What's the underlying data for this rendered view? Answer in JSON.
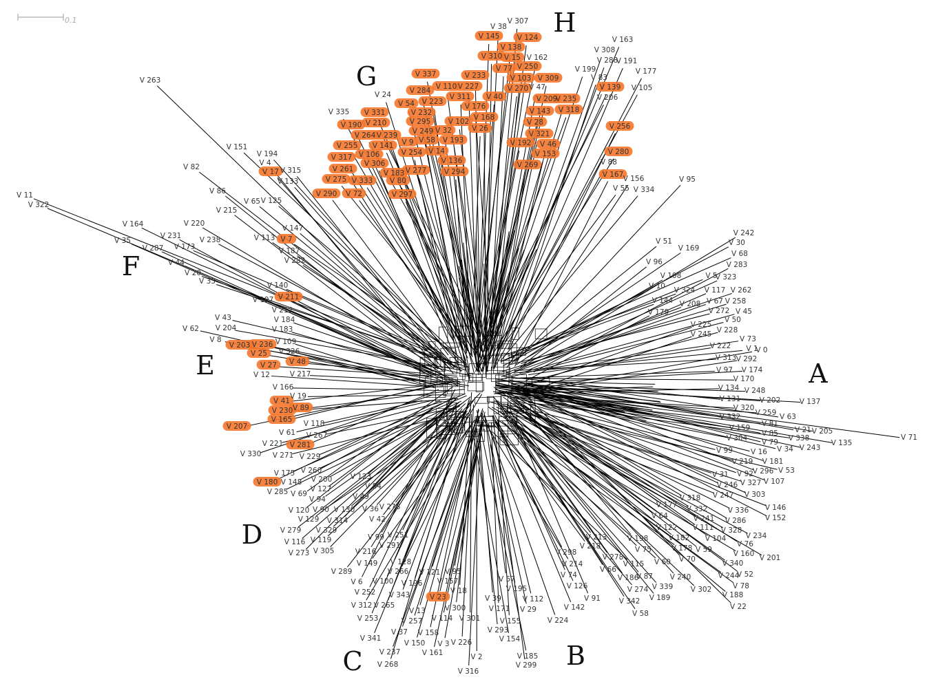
{
  "scale_bar": {
    "label": "0.1"
  },
  "colors": {
    "highlight": "#f5762a",
    "edge": "#000000",
    "label": "#333333"
  },
  "groups": [
    {
      "text": "A"
    },
    {
      "text": "B"
    },
    {
      "text": "C"
    },
    {
      "text": "D"
    },
    {
      "text": "E"
    },
    {
      "text": "F"
    },
    {
      "text": "G"
    },
    {
      "text": "H"
    }
  ],
  "taxa": [
    {
      "text": "V 263"
    },
    {
      "text": "V 11"
    },
    {
      "text": "V 322"
    },
    {
      "text": "V 151"
    },
    {
      "text": "V 194"
    },
    {
      "text": "V 4"
    },
    {
      "text": "V 17",
      "hl": true
    },
    {
      "text": "V 315"
    },
    {
      "text": "V 133"
    },
    {
      "text": "V 82"
    },
    {
      "text": "V 86"
    },
    {
      "text": "V 65"
    },
    {
      "text": "V 125"
    },
    {
      "text": "V 215"
    },
    {
      "text": "V 164"
    },
    {
      "text": "V 220"
    },
    {
      "text": "V 231"
    },
    {
      "text": "V 35"
    },
    {
      "text": "V 287"
    },
    {
      "text": "V 173"
    },
    {
      "text": "V 238"
    },
    {
      "text": "V 113"
    },
    {
      "text": "V 147"
    },
    {
      "text": "V 7",
      "hl": true
    },
    {
      "text": "V 187"
    },
    {
      "text": "V 282"
    },
    {
      "text": "V 44"
    },
    {
      "text": "V 20"
    },
    {
      "text": "V 33"
    },
    {
      "text": "V 335"
    },
    {
      "text": "V 140"
    },
    {
      "text": "V 197"
    },
    {
      "text": "V 211",
      "hl": true
    },
    {
      "text": "V 212"
    },
    {
      "text": "V 43"
    },
    {
      "text": "V 204"
    },
    {
      "text": "V 184"
    },
    {
      "text": "V 183"
    },
    {
      "text": "V 62"
    },
    {
      "text": "V 8"
    },
    {
      "text": "V 203",
      "hl": true
    },
    {
      "text": "V 236",
      "hl": true
    },
    {
      "text": "V 109"
    },
    {
      "text": "V 25",
      "hl": true
    },
    {
      "text": "V 326"
    },
    {
      "text": "V 27",
      "hl": true
    },
    {
      "text": "V 48",
      "hl": true
    },
    {
      "text": "V 12"
    },
    {
      "text": "V 217"
    },
    {
      "text": "V 166"
    },
    {
      "text": "V 19"
    },
    {
      "text": "V 41",
      "hl": true
    },
    {
      "text": "V 230",
      "hl": true
    },
    {
      "text": "V 89",
      "hl": true
    },
    {
      "text": "V 165",
      "hl": true
    },
    {
      "text": "V 118"
    },
    {
      "text": "V 207",
      "hl": true
    },
    {
      "text": "V 61"
    },
    {
      "text": "V 267"
    },
    {
      "text": "V 221"
    },
    {
      "text": "V 281",
      "hl": true
    },
    {
      "text": "V 330"
    },
    {
      "text": "V 271"
    },
    {
      "text": "V 229"
    },
    {
      "text": "V 260"
    },
    {
      "text": "V 175"
    },
    {
      "text": "V 200"
    },
    {
      "text": "V 123"
    },
    {
      "text": "V 180",
      "hl": true
    },
    {
      "text": "V 148"
    },
    {
      "text": "V 127"
    },
    {
      "text": "V 84"
    },
    {
      "text": "V 285"
    },
    {
      "text": "V 69"
    },
    {
      "text": "V 49"
    },
    {
      "text": "V 94"
    },
    {
      "text": "V 120"
    },
    {
      "text": "V 90"
    },
    {
      "text": "V 130"
    },
    {
      "text": "V 36"
    },
    {
      "text": "V 276"
    },
    {
      "text": "V 129"
    },
    {
      "text": "V 314"
    },
    {
      "text": "V 42"
    },
    {
      "text": "V 279"
    },
    {
      "text": "V 329"
    },
    {
      "text": "V 116"
    },
    {
      "text": "V 119"
    },
    {
      "text": "V 99"
    },
    {
      "text": "V 251"
    },
    {
      "text": "V 273"
    },
    {
      "text": "V 305"
    },
    {
      "text": "V 291"
    },
    {
      "text": "V 216"
    },
    {
      "text": "V 149"
    },
    {
      "text": "V 128"
    },
    {
      "text": "V 289"
    },
    {
      "text": "V 266"
    },
    {
      "text": "V 121"
    },
    {
      "text": "V 95"
    },
    {
      "text": "V 6"
    },
    {
      "text": "V 100"
    },
    {
      "text": "V 196"
    },
    {
      "text": "V 157"
    },
    {
      "text": "V 252"
    },
    {
      "text": "V 343"
    },
    {
      "text": "V 18"
    },
    {
      "text": "V 23",
      "hl": true
    },
    {
      "text": "V 312"
    },
    {
      "text": "V 265"
    },
    {
      "text": "V 300"
    },
    {
      "text": "V 13"
    },
    {
      "text": "V 253"
    },
    {
      "text": "V 257"
    },
    {
      "text": "V 114"
    },
    {
      "text": "V 301"
    },
    {
      "text": "V 37"
    },
    {
      "text": "V 158"
    },
    {
      "text": "V 341"
    },
    {
      "text": "V 150"
    },
    {
      "text": "V 3"
    },
    {
      "text": "V 226"
    },
    {
      "text": "V 237"
    },
    {
      "text": "V 161"
    },
    {
      "text": "V 268"
    },
    {
      "text": "V 316"
    },
    {
      "text": "V 2"
    },
    {
      "text": "V 185"
    },
    {
      "text": "V 299"
    },
    {
      "text": "V 154"
    },
    {
      "text": "V 293"
    },
    {
      "text": "V 155"
    },
    {
      "text": "V 171"
    },
    {
      "text": "V 29"
    },
    {
      "text": "V 39"
    },
    {
      "text": "V 112"
    },
    {
      "text": "V 57"
    },
    {
      "text": "V 195"
    },
    {
      "text": "V 224"
    },
    {
      "text": "V 142"
    },
    {
      "text": "V 91"
    },
    {
      "text": "V 126"
    },
    {
      "text": "V 74"
    },
    {
      "text": "V 214"
    },
    {
      "text": "V 298"
    },
    {
      "text": "V 213"
    },
    {
      "text": "V 218"
    },
    {
      "text": "V 278"
    },
    {
      "text": "V 66"
    },
    {
      "text": "V 198"
    },
    {
      "text": "V 115"
    },
    {
      "text": "V 75"
    },
    {
      "text": "V 186"
    },
    {
      "text": "V 87"
    },
    {
      "text": "V 274"
    },
    {
      "text": "V 342"
    },
    {
      "text": "V 58"
    },
    {
      "text": "V 60"
    },
    {
      "text": "V 339"
    },
    {
      "text": "V 189"
    },
    {
      "text": "V 70"
    },
    {
      "text": "V 240"
    },
    {
      "text": "V 302"
    },
    {
      "text": "V 178"
    },
    {
      "text": "V 59"
    },
    {
      "text": "V 182"
    },
    {
      "text": "V 122"
    },
    {
      "text": "V 64"
    },
    {
      "text": "V 177"
    },
    {
      "text": "V 104"
    },
    {
      "text": "V 111"
    },
    {
      "text": "V 241"
    },
    {
      "text": "V 332"
    },
    {
      "text": "V 318"
    },
    {
      "text": "V 328"
    },
    {
      "text": "V 286"
    },
    {
      "text": "V 336"
    },
    {
      "text": "V 76"
    },
    {
      "text": "V 160"
    },
    {
      "text": "V 340"
    },
    {
      "text": "V 244"
    },
    {
      "text": "V 52"
    },
    {
      "text": "V 78"
    },
    {
      "text": "V 188"
    },
    {
      "text": "V 22"
    },
    {
      "text": "V 234"
    },
    {
      "text": "V 201"
    },
    {
      "text": "V 146"
    },
    {
      "text": "V 152"
    },
    {
      "text": "V 303"
    },
    {
      "text": "V 247"
    },
    {
      "text": "V 246"
    },
    {
      "text": "V 327"
    },
    {
      "text": "V 107"
    },
    {
      "text": "V 31"
    },
    {
      "text": "V 92"
    },
    {
      "text": "V 296"
    },
    {
      "text": "V 53"
    },
    {
      "text": "V 181"
    },
    {
      "text": "V 219"
    },
    {
      "text": "V 99"
    },
    {
      "text": "V 16"
    },
    {
      "text": "V 304"
    },
    {
      "text": "V 79"
    },
    {
      "text": "V 34"
    },
    {
      "text": "V 243"
    },
    {
      "text": "V 85"
    },
    {
      "text": "V 338"
    },
    {
      "text": "V 159"
    },
    {
      "text": "V 81"
    },
    {
      "text": "V 21"
    },
    {
      "text": "V 205"
    },
    {
      "text": "V 135"
    },
    {
      "text": "V 71"
    },
    {
      "text": "V 63"
    },
    {
      "text": "V 332"
    },
    {
      "text": "V 259"
    },
    {
      "text": "V 320"
    },
    {
      "text": "V 131"
    },
    {
      "text": "V 202"
    },
    {
      "text": "V 137"
    },
    {
      "text": "V 134"
    },
    {
      "text": "V 248"
    },
    {
      "text": "V 170"
    },
    {
      "text": "V 97"
    },
    {
      "text": "V 174"
    },
    {
      "text": "V 313"
    },
    {
      "text": "V 292"
    },
    {
      "text": "V 1"
    },
    {
      "text": "V 0"
    },
    {
      "text": "V 222"
    },
    {
      "text": "V 73"
    },
    {
      "text": "V 245"
    },
    {
      "text": "V 228"
    },
    {
      "text": "V 225"
    },
    {
      "text": "V 50"
    },
    {
      "text": "V 272"
    },
    {
      "text": "V 45"
    },
    {
      "text": "V 67"
    },
    {
      "text": "V 258"
    },
    {
      "text": "V 117"
    },
    {
      "text": "V 262"
    },
    {
      "text": "V 208"
    },
    {
      "text": "V 179"
    },
    {
      "text": "V 144"
    },
    {
      "text": "V 10"
    },
    {
      "text": "V 324"
    },
    {
      "text": "V 108"
    },
    {
      "text": "V 5"
    },
    {
      "text": "V 323"
    },
    {
      "text": "V 96"
    },
    {
      "text": "V 283"
    },
    {
      "text": "V 68"
    },
    {
      "text": "V 30"
    },
    {
      "text": "V 242"
    },
    {
      "text": "V 51"
    },
    {
      "text": "V 169"
    },
    {
      "text": "V 95"
    },
    {
      "text": "V 55"
    },
    {
      "text": "V 334"
    },
    {
      "text": "V 156"
    },
    {
      "text": "V 167",
      "hl": true
    },
    {
      "text": "V 88"
    },
    {
      "text": "V 280",
      "hl": true
    },
    {
      "text": "V 256",
      "hl": true
    },
    {
      "text": "V 206"
    },
    {
      "text": "V 139",
      "hl": true
    },
    {
      "text": "V 105"
    },
    {
      "text": "V 83"
    },
    {
      "text": "V 199"
    },
    {
      "text": "V 177"
    },
    {
      "text": "V 288"
    },
    {
      "text": "V 191"
    },
    {
      "text": "V 308"
    },
    {
      "text": "V 163"
    },
    {
      "text": "V 318",
      "hl": true
    },
    {
      "text": "V 235",
      "hl": true
    },
    {
      "text": "V 309",
      "hl": true
    },
    {
      "text": "V 209",
      "hl": true
    },
    {
      "text": "V 143",
      "hl": true
    },
    {
      "text": "V 28",
      "hl": true
    },
    {
      "text": "V 321",
      "hl": true
    },
    {
      "text": "V 46",
      "hl": true
    },
    {
      "text": "V 153",
      "hl": true
    },
    {
      "text": "V 192",
      "hl": true
    },
    {
      "text": "V 269",
      "hl": true
    },
    {
      "text": "V 47"
    },
    {
      "text": "V 270",
      "hl": true
    },
    {
      "text": "V 103",
      "hl": true
    },
    {
      "text": "V 250",
      "hl": true
    },
    {
      "text": "V 162"
    },
    {
      "text": "V 77",
      "hl": true
    },
    {
      "text": "V 15",
      "hl": true
    },
    {
      "text": "V 310",
      "hl": true
    },
    {
      "text": "V 138",
      "hl": true
    },
    {
      "text": "V 124",
      "hl": true
    },
    {
      "text": "V 145",
      "hl": true
    },
    {
      "text": "V 38"
    },
    {
      "text": "V 307"
    },
    {
      "text": "V 40",
      "hl": true
    },
    {
      "text": "V 176",
      "hl": true
    },
    {
      "text": "V 168",
      "hl": true
    },
    {
      "text": "V 26",
      "hl": true
    },
    {
      "text": "V 102",
      "hl": true
    },
    {
      "text": "V 311",
      "hl": true
    },
    {
      "text": "V 227",
      "hl": true
    },
    {
      "text": "V 233",
      "hl": true
    },
    {
      "text": "V 110",
      "hl": true
    },
    {
      "text": "V 223",
      "hl": true
    },
    {
      "text": "V 284",
      "hl": true
    },
    {
      "text": "V 337",
      "hl": true
    },
    {
      "text": "V 54",
      "hl": true
    },
    {
      "text": "V 232",
      "hl": true
    },
    {
      "text": "V 24"
    },
    {
      "text": "V 331",
      "hl": true
    },
    {
      "text": "V 210",
      "hl": true
    },
    {
      "text": "V 190",
      "hl": true
    },
    {
      "text": "V 264",
      "hl": true
    },
    {
      "text": "V 239",
      "hl": true
    },
    {
      "text": "V 295",
      "hl": true
    },
    {
      "text": "V 249",
      "hl": true
    },
    {
      "text": "V 32",
      "hl": true
    },
    {
      "text": "V 193",
      "hl": true
    },
    {
      "text": "V 9",
      "hl": true
    },
    {
      "text": "V 58",
      "hl": true
    },
    {
      "text": "V 255",
      "hl": true
    },
    {
      "text": "V 141",
      "hl": true
    },
    {
      "text": "V 317",
      "hl": true
    },
    {
      "text": "V 106",
      "hl": true
    },
    {
      "text": "V 254",
      "hl": true
    },
    {
      "text": "V 136",
      "hl": true
    },
    {
      "text": "V 14",
      "hl": true
    },
    {
      "text": "V 306",
      "hl": true
    },
    {
      "text": "V 261",
      "hl": true
    },
    {
      "text": "V 275",
      "hl": true
    },
    {
      "text": "V 333",
      "hl": true
    },
    {
      "text": "V 183",
      "hl": true
    },
    {
      "text": "V 277",
      "hl": true
    },
    {
      "text": "V 294",
      "hl": true
    },
    {
      "text": "V 80",
      "hl": true
    },
    {
      "text": "V 290",
      "hl": true
    },
    {
      "text": "V 72",
      "hl": true
    },
    {
      "text": "V 297",
      "hl": true
    }
  ]
}
